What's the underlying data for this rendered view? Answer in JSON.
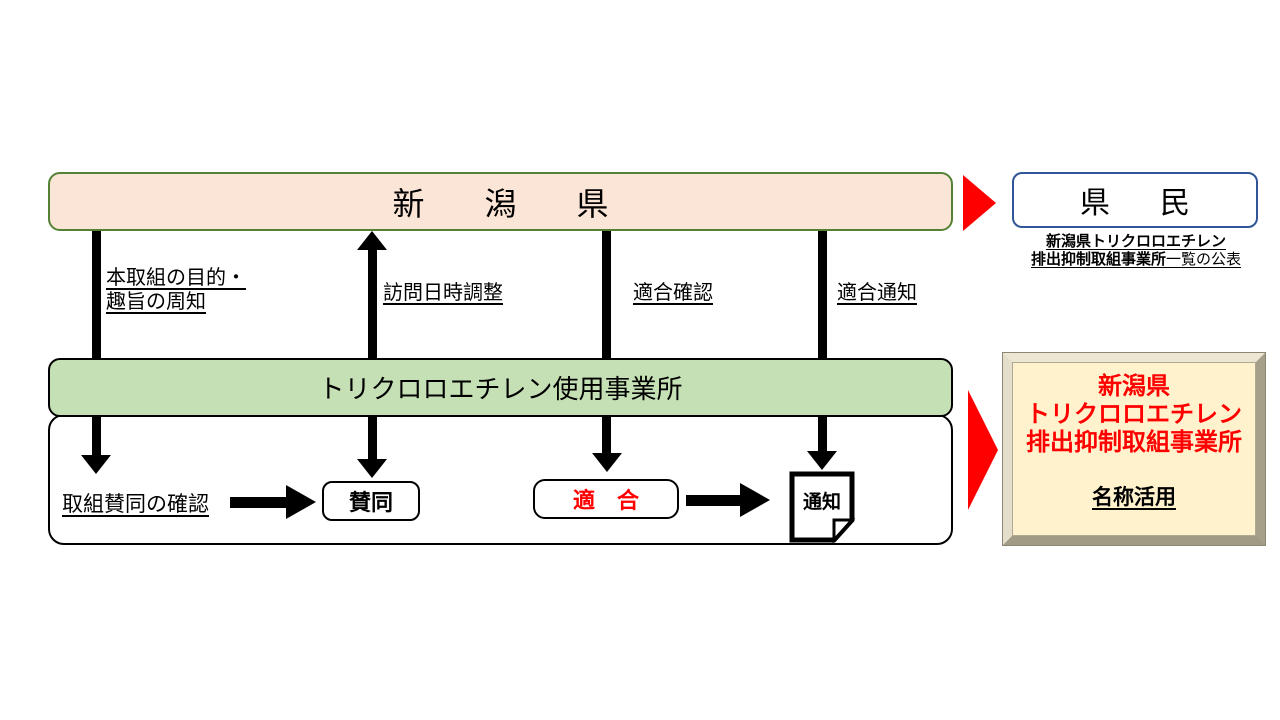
{
  "colors": {
    "peach_fill": "#FBE5D6",
    "peach_border_green": "#548235",
    "green_fill": "#C5E0B4",
    "citizens_border_blue": "#2F5597",
    "accent_red": "#FF0000",
    "plaque_fill": "#FFF2CC",
    "plaque_frame_light": "#ECE6D3",
    "plaque_frame_dark": "#A69F89"
  },
  "prefecture_bar": {
    "label": "新　潟　県"
  },
  "citizens": {
    "label": "県　民",
    "caption_line1": "新潟県トリクロロエチレン",
    "caption_line2_name": "排出抑制取組事業所",
    "caption_line2_rest": "一覧の公表"
  },
  "flow_labels": {
    "purpose_line1": "本取組の目的・",
    "purpose_line2": "趣旨の周知",
    "visit_schedule": "訪問日時調整",
    "conformity_check": "適合確認",
    "conformity_notice": "適合通知"
  },
  "facility_bar": {
    "label": "トリクロロエチレン使用事業所"
  },
  "process": {
    "agreement_check": "取組賛同の確認",
    "agreement_box": "賛同",
    "conformity_box": "適　合",
    "notice_doc": "通知"
  },
  "plaque": {
    "line1": "新潟県",
    "line2": "トリクロロエチレン",
    "line3": "排出抑制取組事業所",
    "footer": "名称活用"
  }
}
